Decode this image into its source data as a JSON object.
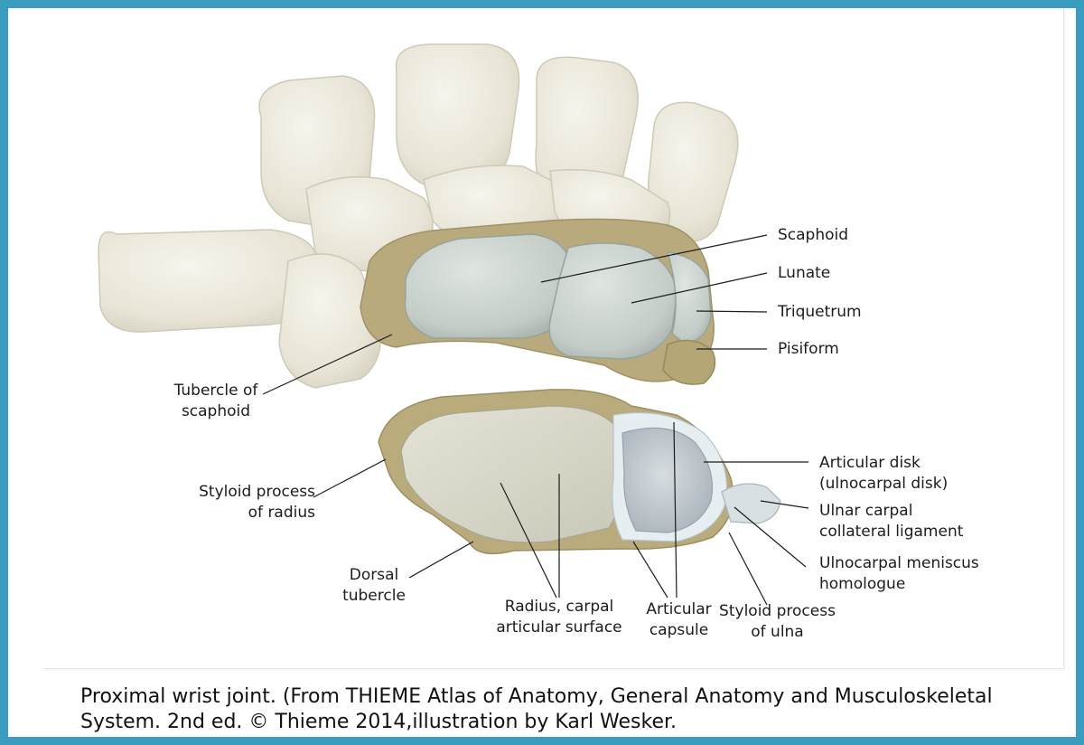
{
  "colors": {
    "frame": "#3a9dbf",
    "bone": "#ebe8dc",
    "articular_cartilage": "#c8d0cc",
    "periosteum": "#b5a97a",
    "disk": "#b8c0c6",
    "label_text": "#1c1c1c"
  },
  "labels": {
    "scaphoid": "Scaphoid",
    "lunate": "Lunate",
    "triquetrum": "Triquetrum",
    "pisiform": "Pisiform",
    "tubercle_scaphoid_1": "Tubercle of",
    "tubercle_scaphoid_2": "scaphoid",
    "articular_disk_1": "Articular disk",
    "articular_disk_2": "(ulnocarpal disk)",
    "ulnar_collateral_1": "Ulnar carpal",
    "ulnar_collateral_2": "collateral ligament",
    "styloid_radius_1": "Styloid process",
    "styloid_radius_2": "of radius",
    "meniscus_1": "Ulnocarpal meniscus",
    "meniscus_2": "homologue",
    "dorsal_tubercle_1": "Dorsal",
    "dorsal_tubercle_2": "tubercle",
    "radius_surface_1": "Radius, carpal",
    "radius_surface_2": "articular surface",
    "capsule_1": "Articular",
    "capsule_2": "capsule",
    "styloid_ulna_1": "Styloid process",
    "styloid_ulna_2": "of ulna"
  },
  "caption": {
    "line1": "Proximal wrist joint. (From THIEME Atlas of Anatomy, General Anatomy and Musculoskeletal",
    "line2": "System. 2nd ed. © Thieme 2014,illustration by Karl Wesker."
  }
}
